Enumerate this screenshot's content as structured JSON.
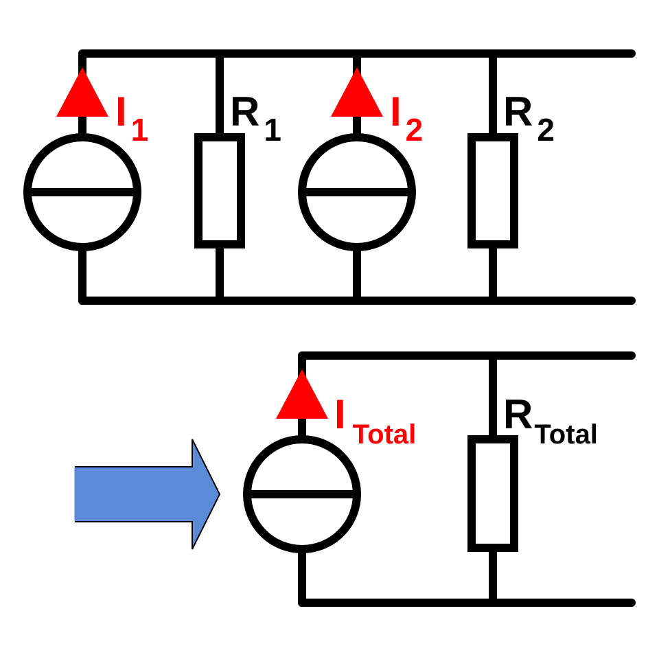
{
  "colors": {
    "wire": "#000000",
    "current_label": "#ff0000",
    "arrow": "#ff0000",
    "transform_arrow": "#5b8bd6",
    "transform_arrow_outline": "#000000",
    "background": "#ffffff"
  },
  "top_circuit": {
    "source_1": {
      "label_main": "I",
      "label_sub": "1"
    },
    "resistor_1": {
      "label_main": "R",
      "label_sub": "1"
    },
    "source_2": {
      "label_main": "I",
      "label_sub": "2"
    },
    "resistor_2": {
      "label_main": "R",
      "label_sub": "2"
    }
  },
  "bottom_circuit": {
    "source_total": {
      "label_main": "I",
      "label_sub": "Total"
    },
    "resistor_total": {
      "label_main": "R",
      "label_sub": "Total"
    }
  },
  "icons": {
    "transform_arrow": "right-block-arrow-icon",
    "current_arrow": "up-triangle-arrow-icon"
  }
}
